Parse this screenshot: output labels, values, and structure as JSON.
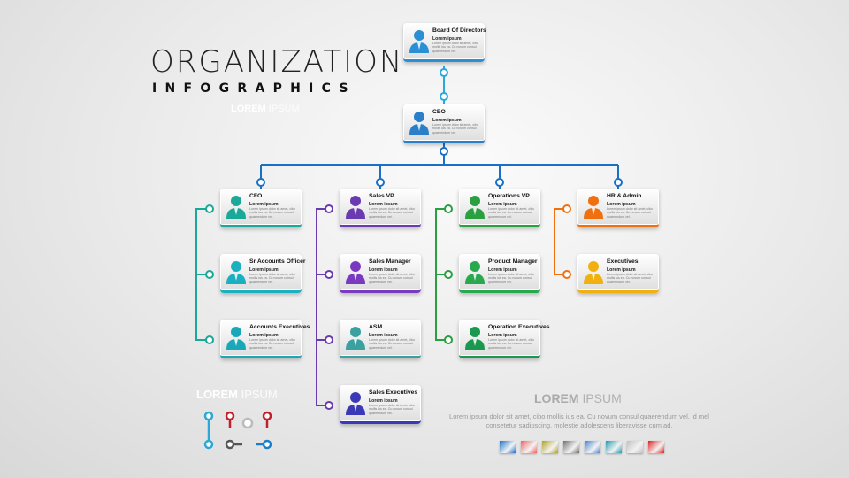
{
  "header": {
    "title": "ORGANIZATION",
    "subtitle": "INFOGRAPHICS",
    "tag_bold": "LOREM",
    "tag_light": "IPSUM"
  },
  "cards": [
    {
      "id": "board",
      "title": "Board Of Directors",
      "color": "#2a8fd4"
    },
    {
      "id": "ceo",
      "title": "CEO",
      "color": "#2a7fc8"
    },
    {
      "id": "cfo",
      "title": "CFO",
      "color": "#1aa898"
    },
    {
      "id": "sr-accounts",
      "title": "Sr Accounts Officer",
      "color": "#1ab0c0"
    },
    {
      "id": "accounts-exec",
      "title": "Accounts Executives",
      "color": "#1aa8b8"
    },
    {
      "id": "sales-vp",
      "title": "Sales VP",
      "color": "#6a3ab0"
    },
    {
      "id": "sales-manager",
      "title": "Sales Manager",
      "color": "#7a3ac0"
    },
    {
      "id": "asm",
      "title": "ASM",
      "color": "#3aa0a0"
    },
    {
      "id": "sales-exec",
      "title": "Sales Executives",
      "color": "#3a3ab8"
    },
    {
      "id": "operations-vp",
      "title": "Operations VP",
      "color": "#2aa040"
    },
    {
      "id": "product-manager",
      "title": "Product Manager",
      "color": "#2aa850"
    },
    {
      "id": "operation-exec",
      "title": "Operation Executives",
      "color": "#1a9850"
    },
    {
      "id": "hr-admin",
      "title": "HR & Admin",
      "color": "#f07010"
    },
    {
      "id": "executives",
      "title": "Executives",
      "color": "#f0b010"
    }
  ],
  "card_sub": "Lorem ipsum",
  "card_text": "Lorem ipsum dolor sit amet, cibo mollis ius ea. Cu novum consul quaerendum vel.",
  "legend_tag": {
    "bold": "LOREM",
    "light": "IPSUM"
  },
  "footer": {
    "heading_bold": "LOREM",
    "heading_light": "IPSUM",
    "description": "Lorem ipsum dolor sit amet, cibo mollis ius ea. Cu novum consul quaerendum vel. id mel consetetur sadipscing, molestie adolescens liberavisse cum ad."
  },
  "swatches": [
    "#1a6fc8",
    "#f06060",
    "#b0a020",
    "#707070",
    "#4080d0",
    "#1a9ab0",
    "#c0c0c0",
    "#e02020"
  ]
}
